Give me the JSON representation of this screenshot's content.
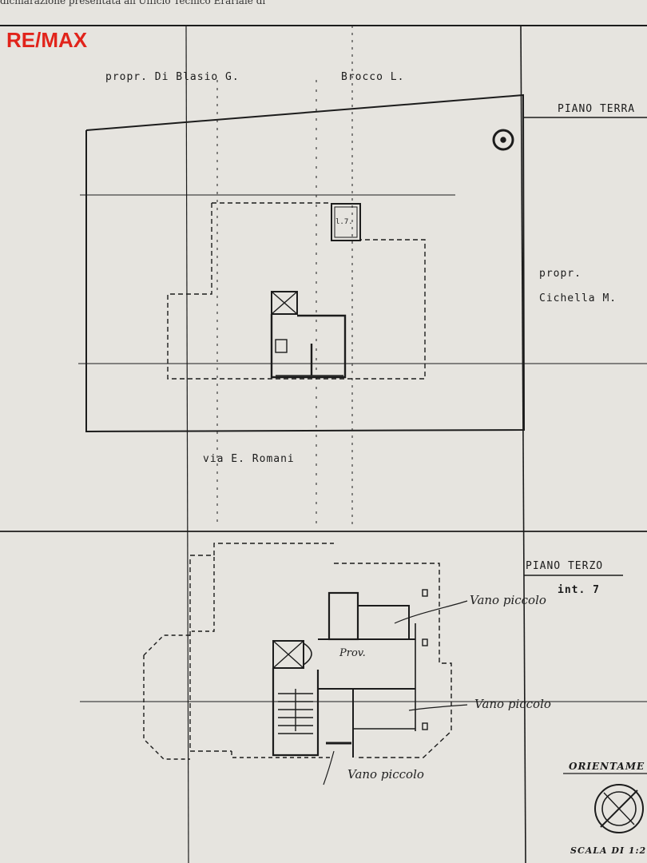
{
  "header": {
    "partial_text": "dichiarazione presentata all'Ufficio Tecnico Erariale di"
  },
  "brand": {
    "logo_text": "RE/MAX",
    "logo_color": "#e1241b"
  },
  "ground_floor": {
    "title": "PIANO TERRA",
    "owner_top_left": "propr. Di Blasio G.",
    "owner_top_right": "Brocco L.",
    "owner_right_prefix": "propr.",
    "owner_right_name": "Cichella M.",
    "street": "via E. Romani",
    "room_tag": "l.7."
  },
  "third_floor": {
    "title": "PIANO TERZO",
    "unit": "int. 7",
    "room_label": "Prov.",
    "annotations": [
      "Vano piccolo",
      "Vano piccolo",
      "Vano piccolo"
    ]
  },
  "footer": {
    "orientation_label": "ORIENTAME",
    "scale_label": "SCALA DI 1:2"
  }
}
